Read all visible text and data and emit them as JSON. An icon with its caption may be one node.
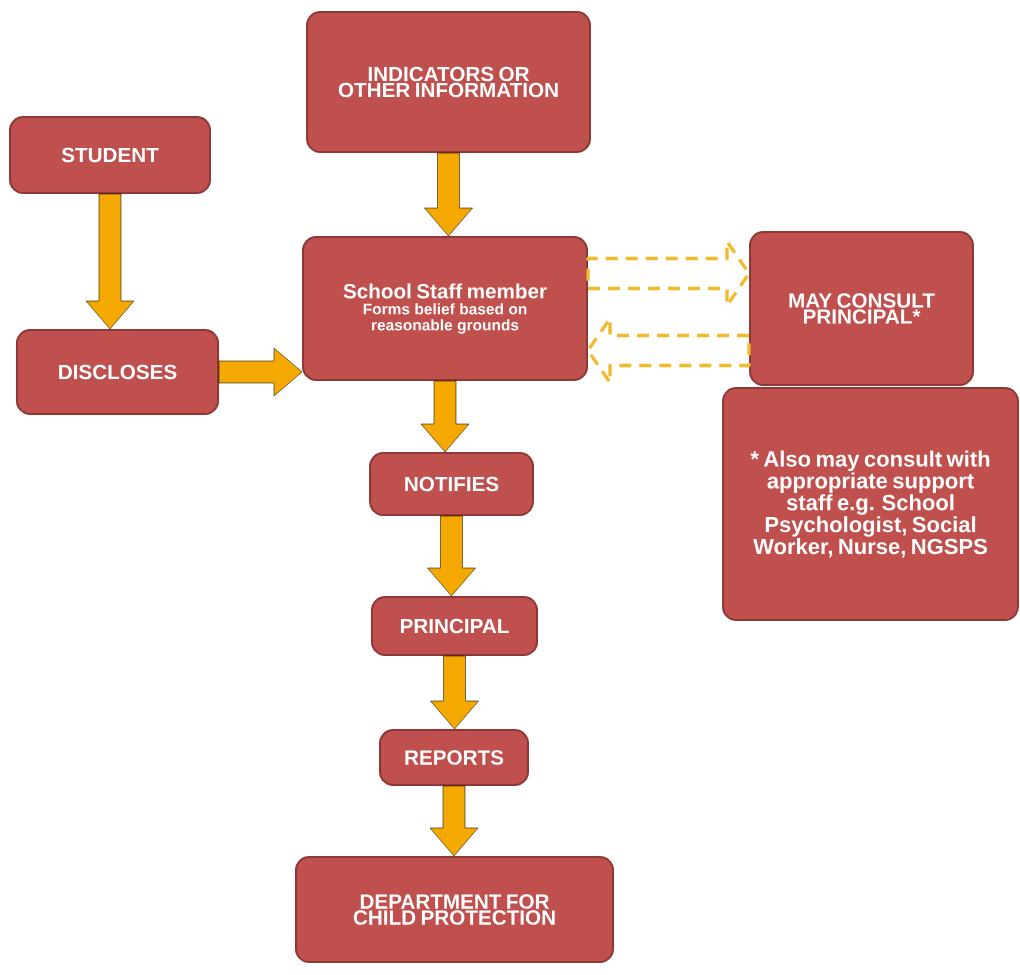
{
  "diagram": {
    "nodes": [
      {
        "text": [
          "INDICATORS OR OTHER INFORMATION"
        ]
      },
      {
        "text": [
          "STUDENT"
        ]
      },
      {
        "text": [
          "School Staff member",
          "Forms belief based on reasonable grounds"
        ]
      },
      {
        "text": [
          "MAY CONSULT PRINCIPAL*"
        ]
      },
      {
        "text": [
          "DISCLOSES"
        ]
      },
      {
        "text": [
          "* Also may consult with appropriate support staff e.g. School Psychologist, Social Worker, Nurse, NGSPS"
        ]
      },
      {
        "text": [
          "NOTIFIES"
        ]
      },
      {
        "text": [
          "PRINCIPAL"
        ]
      },
      {
        "text": [
          "REPORTS"
        ]
      },
      {
        "text": [
          "DEPARTMENT FOR CHILD PROTECTION"
        ]
      }
    ],
    "edges": [
      {
        "from": 0,
        "to": 2,
        "arrow": "to"
      },
      {
        "from": 1,
        "to": 4,
        "arrow": "to"
      },
      {
        "from": 4,
        "to": 2,
        "arrow": "to"
      },
      {
        "from": 2,
        "to": 3,
        "arrow": "to",
        "style": "dashed",
        "color": "#f2b92a"
      },
      {
        "from": 3,
        "to": 2,
        "arrow": "to",
        "style": "dashed",
        "color": "#f2b92a"
      },
      {
        "from": 2,
        "to": 6,
        "arrow": "to"
      },
      {
        "from": 6,
        "to": 7,
        "arrow": "to"
      },
      {
        "from": 7,
        "to": 8,
        "arrow": "to"
      },
      {
        "from": 8,
        "to": 9,
        "arrow": "to"
      }
    ]
  }
}
